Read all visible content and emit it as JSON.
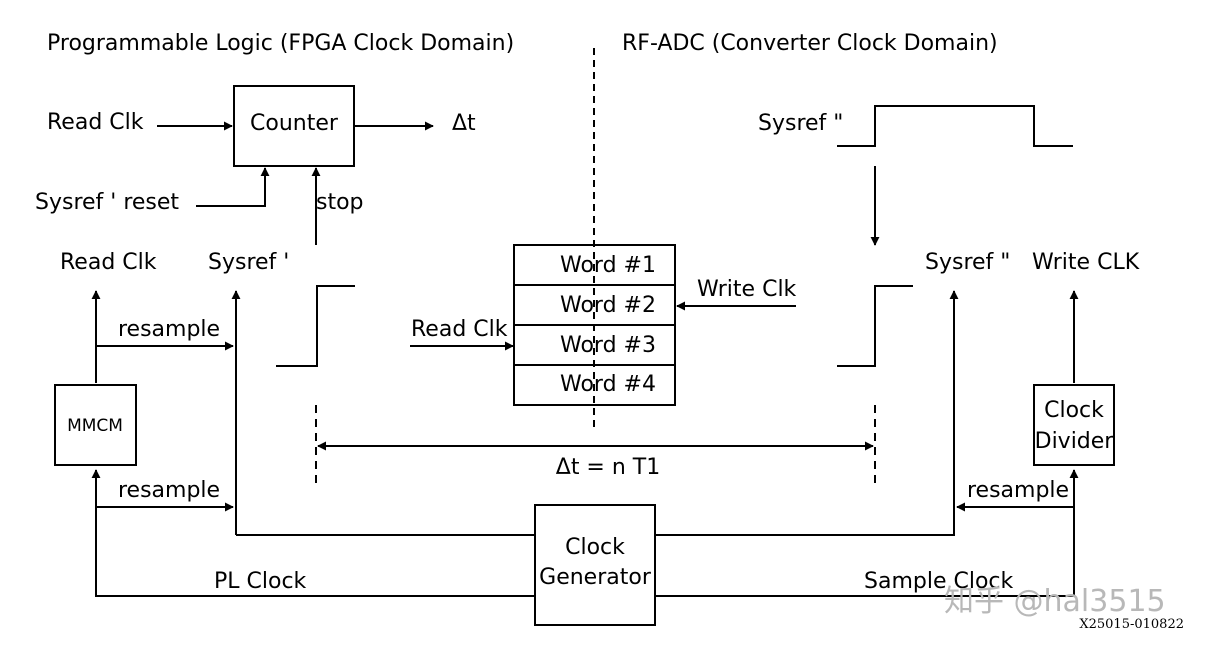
{
  "headers": {
    "pl_domain": "Programmable Logic (FPGA Clock Domain)",
    "adc_domain": "RF-ADC (Converter Clock Domain)"
  },
  "blocks": {
    "counter": "Counter",
    "mmcm": "MMCM",
    "clock_divider_line1": "Clock",
    "clock_divider_line2": "Divider",
    "clock_generator_line1": "Clock",
    "clock_generator_line2": "Generator"
  },
  "fifo_words": [
    "Word #1",
    "Word #2",
    "Word #3",
    "Word #4"
  ],
  "labels": {
    "read_clk_top": "Read Clk",
    "counter_output": "Δt",
    "sysref_reset": "Sysref ' reset",
    "stop": "stop",
    "read_clk_mid": "Read Clk",
    "sysref_prime_left": "Sysref '",
    "resample_upper": "resample",
    "resample_lower": "resample",
    "read_clk_fifo": "Read Clk",
    "write_clk_fifo": "Write Clk",
    "sysref_dprime_top": "Sysref \"",
    "sysref_dprime_right": "Sysref \"",
    "write_clk_right": "Write CLK",
    "resample_right": "resample",
    "pl_clock": "PL Clock",
    "sample_clock": "Sample Clock",
    "delta_t_eq": "Δt = n T1"
  },
  "watermark": "知乎 @hal3515",
  "figure_id": "X25015-010822"
}
